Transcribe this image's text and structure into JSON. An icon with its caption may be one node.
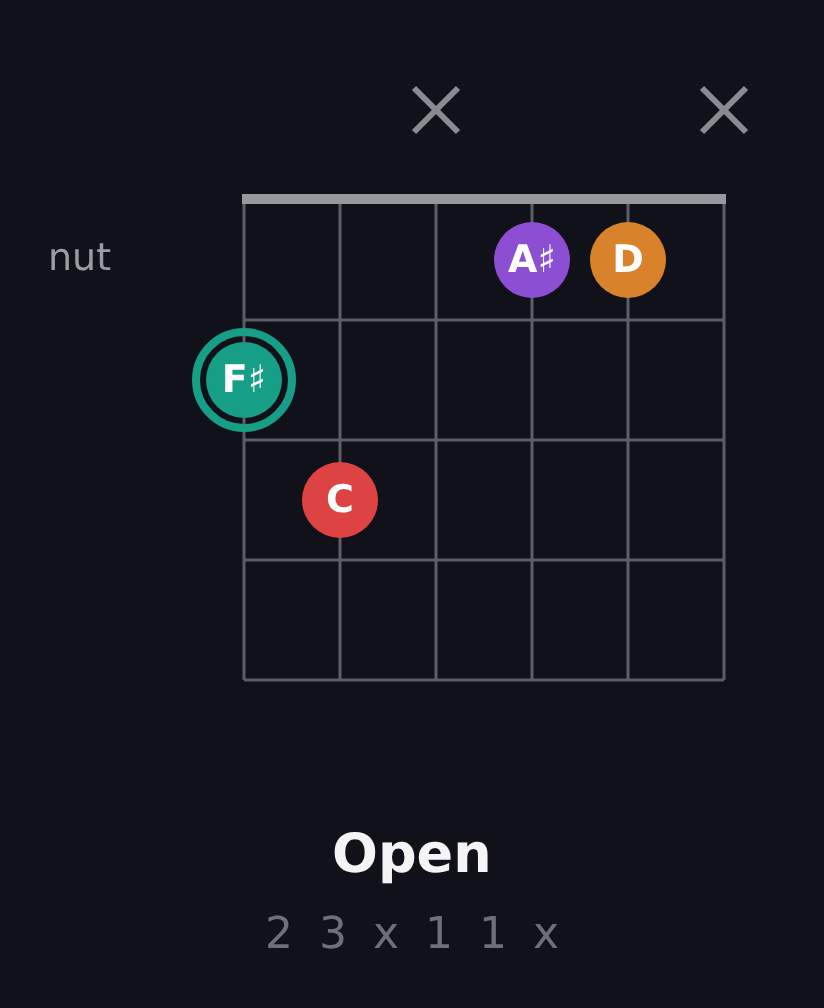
{
  "diagram": {
    "title": "Open",
    "nodes": [
      {
        "text": [
          "A♯"
        ]
      },
      {
        "text": [
          "D"
        ]
      },
      {
        "text": [
          "F♯"
        ]
      },
      {
        "text": [
          "C"
        ]
      }
    ],
    "labels": [
      "nut",
      "2 3 x 1 1 x"
    ]
  }
}
